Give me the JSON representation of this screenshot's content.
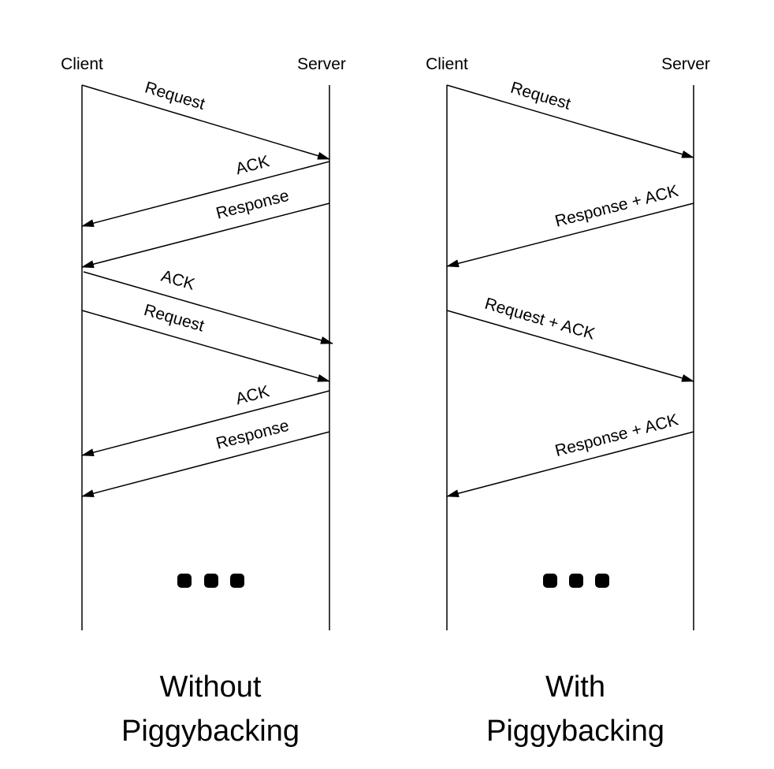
{
  "left_panel": {
    "client_label": "Client",
    "server_label": "Server",
    "messages": [
      {
        "text": "Request",
        "direction": "client-to-server"
      },
      {
        "text": "ACK",
        "direction": "server-to-client"
      },
      {
        "text": "Response",
        "direction": "server-to-client"
      },
      {
        "text": "ACK",
        "direction": "client-to-server"
      },
      {
        "text": "Request",
        "direction": "client-to-server"
      },
      {
        "text": "ACK",
        "direction": "server-to-client"
      },
      {
        "text": "Response",
        "direction": "server-to-client"
      }
    ],
    "ellipsis": "continuation",
    "title_line1": "Without",
    "title_line2": "Piggybacking"
  },
  "right_panel": {
    "client_label": "Client",
    "server_label": "Server",
    "messages": [
      {
        "text": "Request",
        "direction": "client-to-server"
      },
      {
        "text": "Response + ACK",
        "direction": "server-to-client"
      },
      {
        "text": "Request + ACK",
        "direction": "client-to-server"
      },
      {
        "text": "Response + ACK",
        "direction": "server-to-client"
      }
    ],
    "ellipsis": "continuation",
    "title_line1": "With",
    "title_line2": "Piggybacking"
  }
}
